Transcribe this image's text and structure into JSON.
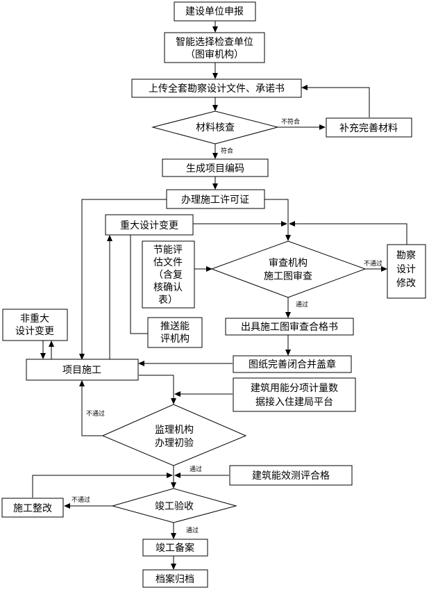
{
  "nodes": {
    "apply": "建设单位申报",
    "select_line1": "智能选择检查单位",
    "select_line2": "（图审机构）",
    "upload": "上传全套勘察设计文件、承诺书",
    "check": "材料核查",
    "supplement": "补充完善材料",
    "code": "生成项目编码",
    "permit": "办理施工许可证",
    "major_change": "重大设计变更",
    "energy_doc": [
      "节能评",
      "估文件",
      "（含复",
      "核确认",
      "表）"
    ],
    "review": [
      "审查机构",
      "施工图审查"
    ],
    "survey_mod": [
      "勘察",
      "设计",
      "修改"
    ],
    "push": [
      "推送能",
      "评机构"
    ],
    "certificate": "出具施工图审查合格书",
    "nonmajor": [
      "非重大",
      "设计变更"
    ],
    "construction": "项目施工",
    "stamp": "图纸完善闭合并盖章",
    "platform": [
      "建筑用能分项计量数",
      "据接入住建局平台"
    ],
    "supervision": [
      "监理机构",
      "办理初验"
    ],
    "energy_test": "建筑能效测评合格",
    "rectify": "施工整改",
    "acceptance": "竣工验收",
    "filing": "竣工备案",
    "archive": "档案归档"
  },
  "edge_labels": {
    "check_fail": "不符合",
    "check_pass": "符合",
    "review_fail": "不通过",
    "review_pass": "通过",
    "supervision_fail": "不通过",
    "energy_pass": "通过",
    "acceptance_fail": "不通过",
    "acceptance_pass": "通过"
  }
}
